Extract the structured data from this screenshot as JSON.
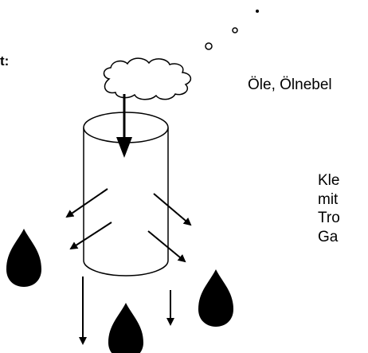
{
  "labels": {
    "heading_fragment": "t:",
    "substances": "Öle, Ölnebel",
    "description_lines": [
      "Kle",
      "mit",
      "Tro",
      "Ga"
    ]
  },
  "colors": {
    "stroke": "#000000",
    "drop_fill": "#000000",
    "background": "#ffffff"
  },
  "icons": {
    "cloud": "thought-cloud-icon",
    "drop": "oil-drop-icon",
    "cylinder": "container-cylinder-icon"
  }
}
